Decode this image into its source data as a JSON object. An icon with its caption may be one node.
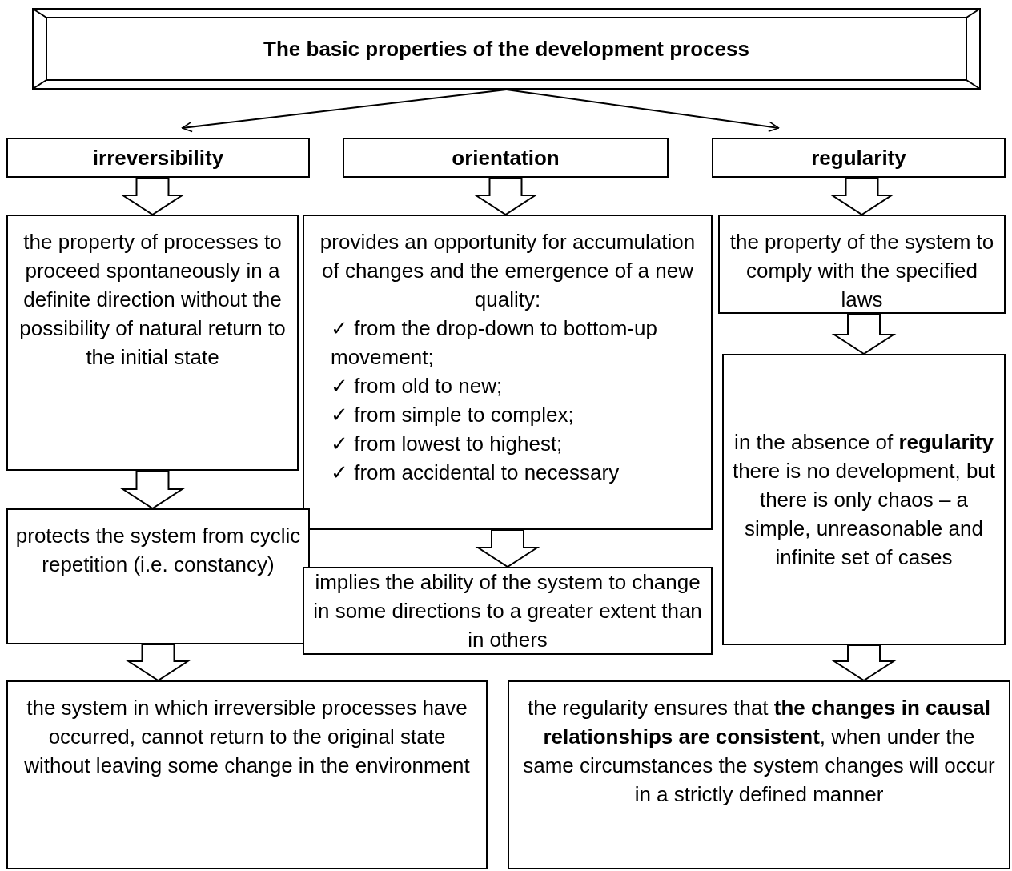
{
  "diagram": {
    "nodes": [
      {
        "text": [
          "The basic properties of the development process"
        ]
      },
      {
        "text": [
          "irreversibility"
        ]
      },
      {
        "text": [
          "orientation"
        ]
      },
      {
        "text": [
          "regularity"
        ]
      },
      {
        "text": [
          "the property of processes to proceed spontaneously in a definite direction without the possibility of natural return to the initial state"
        ]
      },
      {
        "text": [
          "provides an opportunity for accumulation of changes and the emergence of a new quality:",
          "✓ from the drop-down to bottom-up movement;",
          "✓ from old to new;",
          "✓ from simple to complex;",
          "✓ from lowest to highest;",
          "✓ from accidental to necessary"
        ]
      },
      {
        "text": [
          "the property of the system to comply with the specified laws"
        ]
      },
      {
        "text": [
          "protects the system from cyclic repetition (i.e. constancy)"
        ]
      },
      {
        "text": [
          "implies the ability of the system to change in some directions to a greater extent than in others"
        ]
      },
      {
        "text": [
          "in the absence of **regularity** there is no development, but there is only chaos – a simple, unreasonable and infinite set of cases"
        ]
      },
      {
        "text": [
          "the system in which irreversible processes have occurred, cannot return to the original state without leaving some change in the environment"
        ]
      },
      {
        "text": [
          "the regularity ensures that **the changes in causal relationships are consistent**, when under the same circumstances the system changes will occur in a strictly defined manner"
        ]
      }
    ],
    "edges": [
      {
        "from": 0,
        "to": 1,
        "arrow": "to"
      },
      {
        "from": 0,
        "to": 3,
        "arrow": "to"
      },
      {
        "from": 1,
        "to": 4,
        "arrow": "to",
        "style": "thick"
      },
      {
        "from": 4,
        "to": 7,
        "arrow": "to",
        "style": "thick"
      },
      {
        "from": 7,
        "to": 10,
        "arrow": "to",
        "style": "thick"
      },
      {
        "from": 2,
        "to": 5,
        "arrow": "to",
        "style": "thick"
      },
      {
        "from": 5,
        "to": 8,
        "arrow": "to",
        "style": "thick"
      },
      {
        "from": 3,
        "to": 6,
        "arrow": "to",
        "style": "thick"
      },
      {
        "from": 6,
        "to": 9,
        "arrow": "to",
        "style": "thick"
      },
      {
        "from": 9,
        "to": 11,
        "arrow": "to",
        "style": "thick"
      }
    ]
  }
}
